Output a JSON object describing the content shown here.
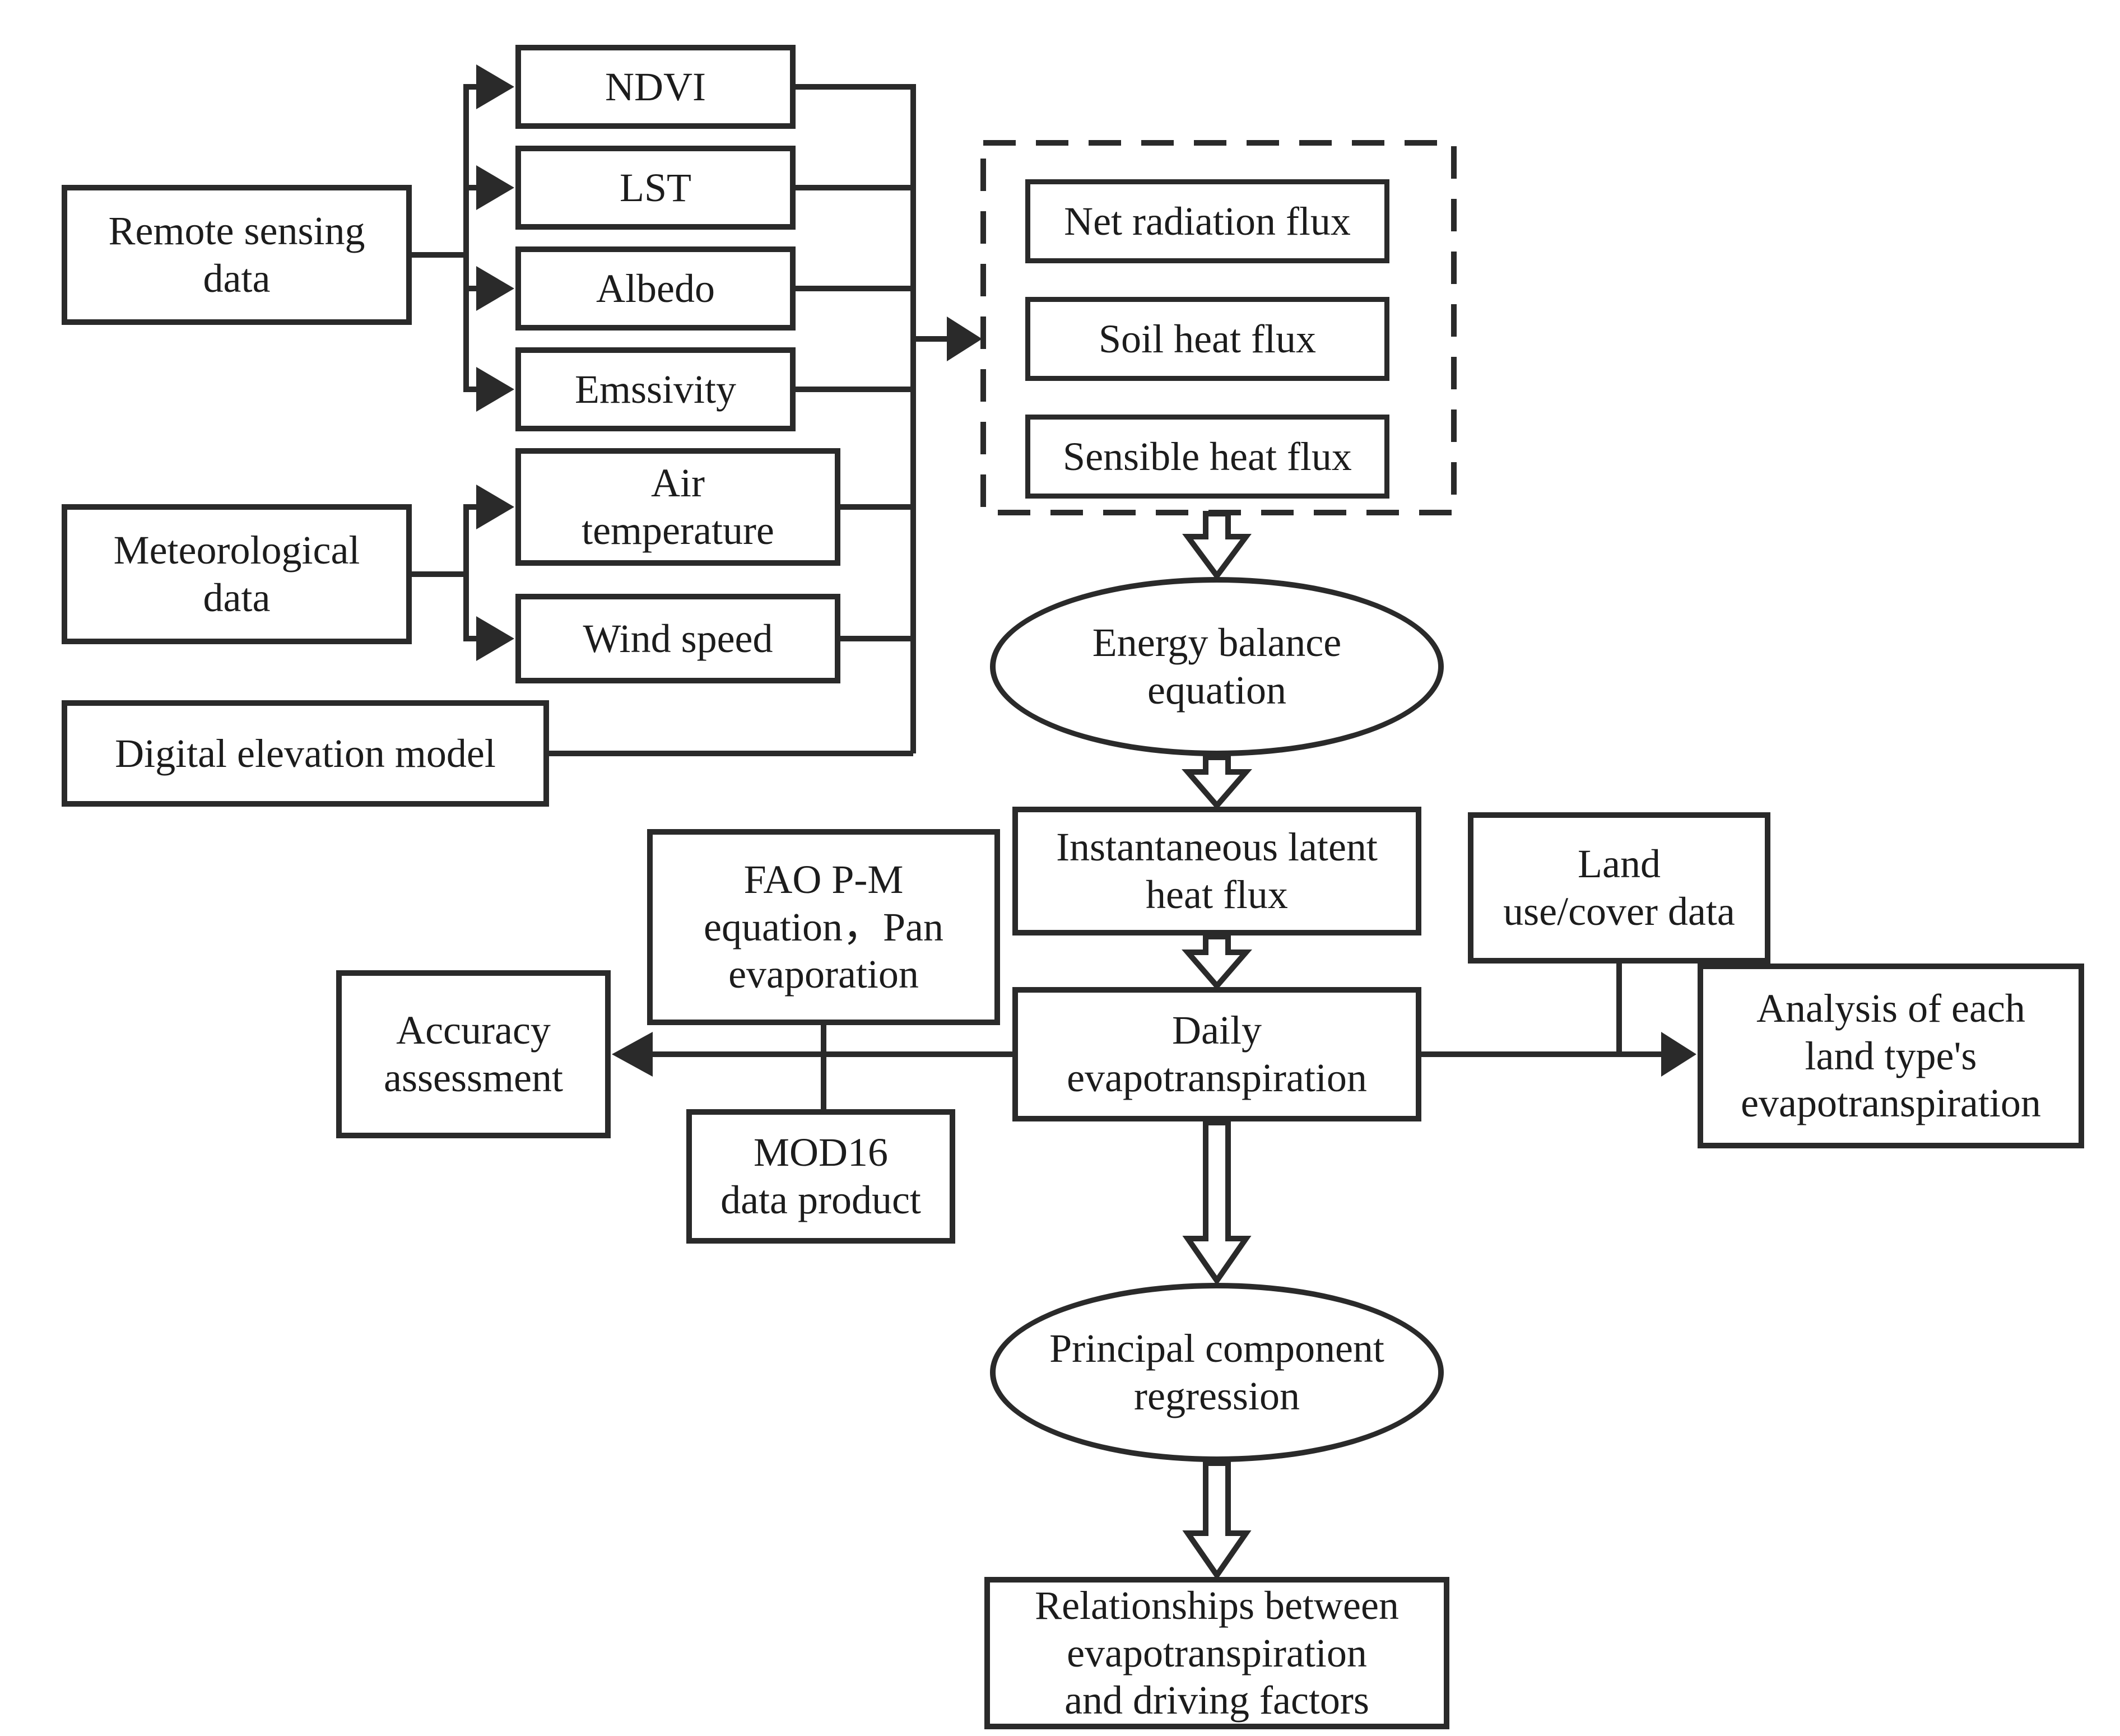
{
  "figure_type": "flowchart",
  "colors": {
    "line": "#2a2a2a",
    "text": "#1c1c1c",
    "background": "#ffffff"
  },
  "nodes": {
    "remote_sensing": "Remote sensing\ndata",
    "ndvi": "NDVI",
    "lst": "LST",
    "albedo": "Albedo",
    "emssivity": "Emssivity",
    "air_temperature": "Air\ntemperature",
    "wind_speed": "Wind speed",
    "meteorological": "Meteorological\ndata",
    "dem": "Digital elevation model",
    "net_radiation": "Net radiation flux",
    "soil_heat": "Soil heat flux",
    "sensible_heat": "Sensible heat flux",
    "energy_balance": "Energy balance\nequation",
    "instantaneous": "Instantaneous latent\nheat flux",
    "fao": "FAO P-M\nequation，Pan\nevaporation",
    "land_use": "Land\nuse/cover data",
    "daily": "Daily\nevapotranspiration",
    "accuracy": "Accuracy\nassessment",
    "mod16": "MOD16\ndata product",
    "analysis": "Analysis of each\nland type's\nevapotranspiration",
    "pcr": "Principal component\nregression",
    "relationships": "Relationships between\nevapotranspiration\nand driving factors"
  }
}
